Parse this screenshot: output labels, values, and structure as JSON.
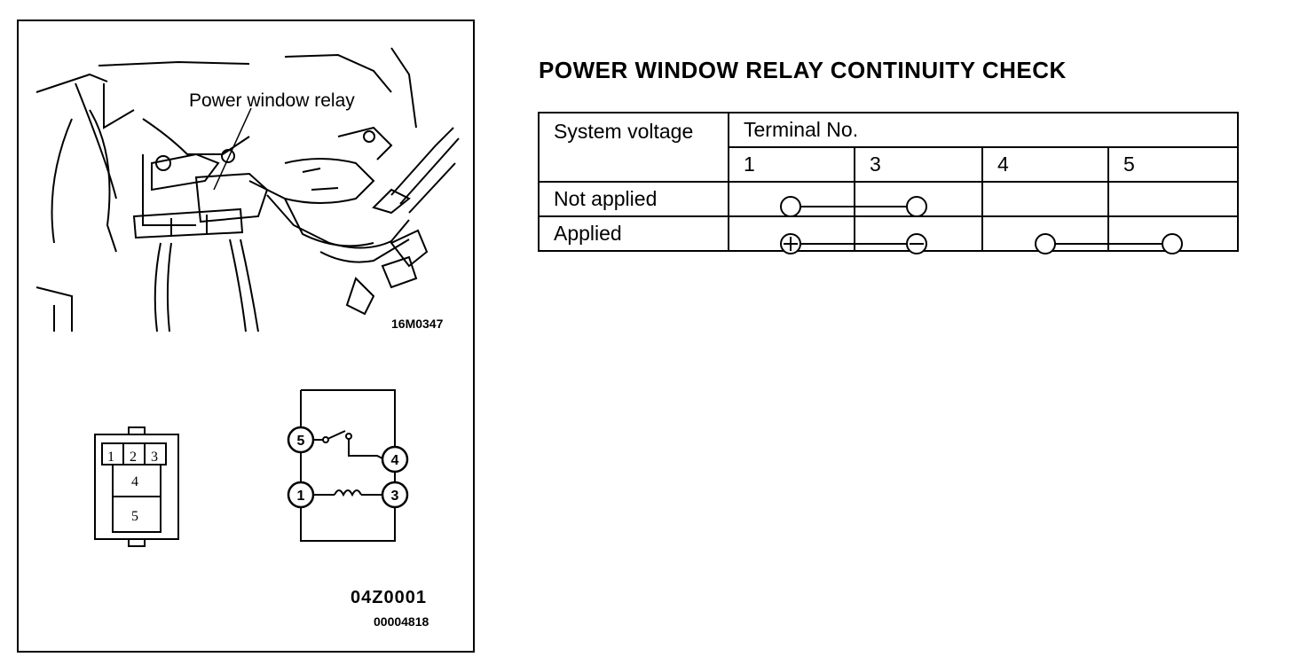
{
  "illustration": {
    "relay_label": "Power window relay",
    "figure_code_top": "16M0347",
    "figure_code_bottom": "04Z0001",
    "figure_code_small": "00004818",
    "connector_terminals": [
      "1",
      "2",
      "3",
      "4",
      "5"
    ],
    "schematic_terminals": [
      "5",
      "4",
      "1",
      "3"
    ]
  },
  "section": {
    "title": "POWER WINDOW RELAY CONTINUITY CHECK"
  },
  "table": {
    "header_voltage": "System voltage",
    "header_terminal": "Terminal No.",
    "terminals": [
      "1",
      "3",
      "4",
      "5"
    ],
    "rows": [
      {
        "label": "Not applied",
        "connections": [
          [
            "1",
            "3"
          ]
        ]
      },
      {
        "label": "Applied",
        "connections": [
          [
            "1+",
            "3-"
          ],
          [
            "4",
            "5"
          ]
        ]
      }
    ]
  }
}
